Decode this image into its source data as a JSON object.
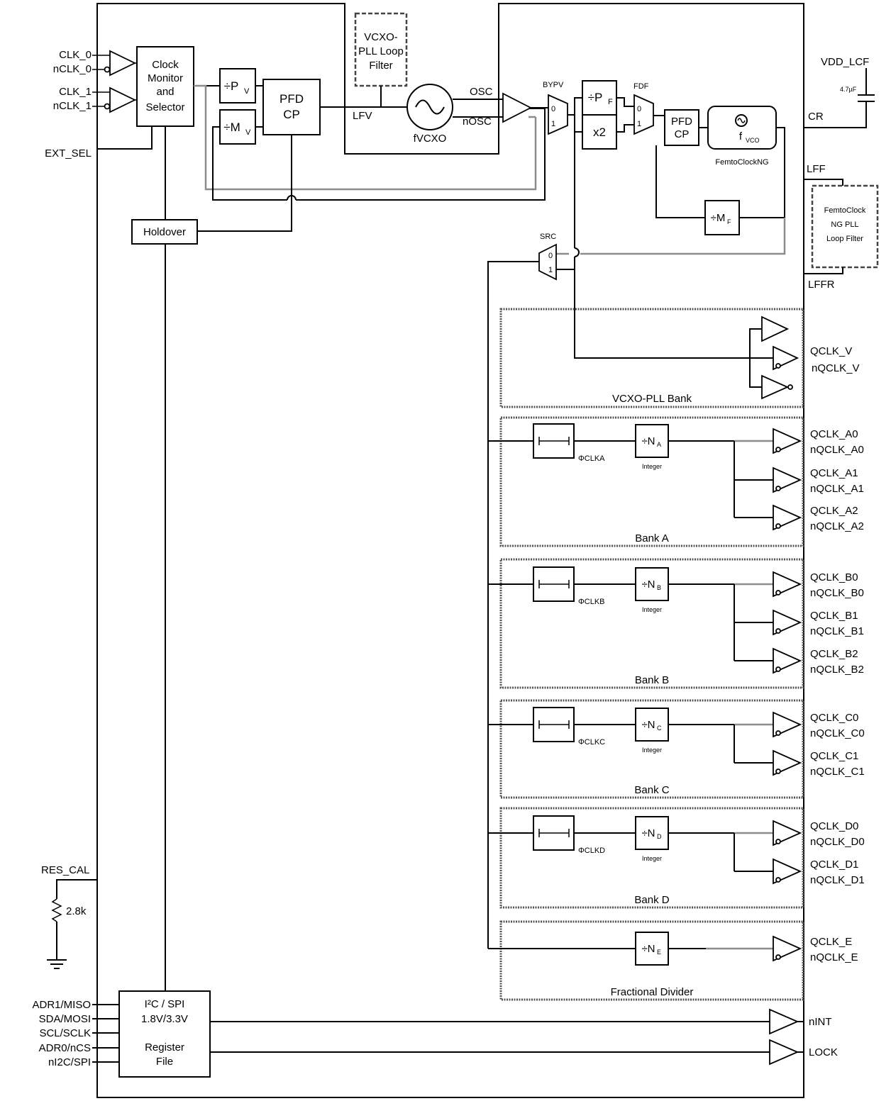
{
  "inputs": {
    "clk0": "CLK_0",
    "nclk0": "nCLK_0",
    "clk1": "CLK_1",
    "nclk1": "nCLK_1",
    "ext_sel": "EXT_SEL",
    "res_cal": "RES_CAL",
    "resistor": "2.8k",
    "adr1": "ADR1/MISO",
    "sda": "SDA/MOSI",
    "scl": "SCL/SCLK",
    "adr0": "ADR0/nCS",
    "ni2c": "nI2C/SPI"
  },
  "blocks": {
    "clock_monitor": [
      "Clock",
      "Monitor",
      "and",
      "Selector"
    ],
    "holdover": "Holdover",
    "pv": "÷P",
    "pv_sub": "V",
    "mv": "÷M",
    "mv_sub": "V",
    "pfd_cp": [
      "PFD",
      "CP"
    ],
    "vcxo_filter": [
      "VCXO-",
      "PLL Loop",
      "Filter"
    ],
    "lfv": "LFV",
    "fvcxo": "fVCXO",
    "osc": "OSC",
    "nosc": "nOSC",
    "bypv": "BYPV",
    "pf": "÷P",
    "pf_sub": "F",
    "x2": "x2",
    "fdf": "FDF",
    "pfd_cp2": [
      "PFD",
      "CP"
    ],
    "fvco": "f",
    "fvco_sub": "VCO",
    "femto": "FemtoClockNG",
    "mf": "÷M",
    "mf_sub": "F",
    "src": "SRC",
    "mux_0": "0",
    "mux_1": "1",
    "i2c": [
      "I²C / SPI",
      "1.8V/3.3V",
      "Register",
      "File"
    ]
  },
  "right_pins": {
    "vdd_lcf": "VDD_LCF",
    "cap": "4.7µF",
    "cr": "CR",
    "lff": "LFF",
    "lffr": "LFFR",
    "femto_filter": [
      "FemtoClock",
      "NG PLL",
      "Loop Filter"
    ],
    "nint": "nINT",
    "lock": "LOCK"
  },
  "banks": {
    "vcxo": {
      "label": "VCXO-PLL Bank",
      "outputs": [
        [
          "QCLK_V",
          "nQCLK_V"
        ]
      ]
    },
    "a": {
      "label": "Bank A",
      "phase": "ΦCLKA",
      "div": "÷N",
      "div_sub": "A",
      "integer": "Integer",
      "outputs": [
        [
          "QCLK_A0",
          "nQCLK_A0"
        ],
        [
          "QCLK_A1",
          "nQCLK_A1"
        ],
        [
          "QCLK_A2",
          "nQCLK_A2"
        ]
      ]
    },
    "b": {
      "label": "Bank B",
      "phase": "ΦCLKB",
      "div": "÷N",
      "div_sub": "B",
      "integer": "Integer",
      "outputs": [
        [
          "QCLK_B0",
          "nQCLK_B0"
        ],
        [
          "QCLK_B1",
          "nQCLK_B1"
        ],
        [
          "QCLK_B2",
          "nQCLK_B2"
        ]
      ]
    },
    "c": {
      "label": "Bank C",
      "phase": "ΦCLKC",
      "div": "÷N",
      "div_sub": "C",
      "integer": "Integer",
      "outputs": [
        [
          "QCLK_C0",
          "nQCLK_C0"
        ],
        [
          "QCLK_C1",
          "nQCLK_C1"
        ]
      ]
    },
    "d": {
      "label": "Bank D",
      "phase": "ΦCLKD",
      "div": "÷N",
      "div_sub": "D",
      "integer": "Integer",
      "outputs": [
        [
          "QCLK_D0",
          "nQCLK_D0"
        ],
        [
          "QCLK_D1",
          "nQCLK_D1"
        ]
      ]
    },
    "e": {
      "label": "Fractional Divider",
      "div": "÷N",
      "div_sub": "E",
      "outputs": [
        [
          "QCLK_E",
          "nQCLK_E"
        ]
      ]
    }
  }
}
